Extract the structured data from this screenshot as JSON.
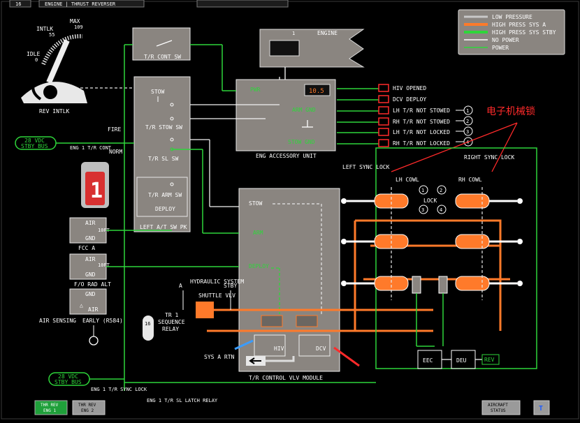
{
  "top_bar": {
    "tab1": "16",
    "tab2": "ENGINE | THRUST REVERSER"
  },
  "legend": {
    "low_pressure": "LOW PRESSURE",
    "high_press_a": "HIGH PRESS SYS A",
    "high_press_stby": "HIGH PRESS SYS STBY",
    "no_power": "NO POWER",
    "power": "POWER",
    "colors": {
      "low": "#b8b8b8",
      "sys_a": "#ff7a2a",
      "stby": "#2ed63a",
      "no_power": "#ffffff",
      "power": "#2ed63a"
    }
  },
  "throttle": {
    "intlk": "INTLK",
    "max": "MAX",
    "v55": "55",
    "v109": "109",
    "idle": "IDLE",
    "zero": "0",
    "rev_intlk": "REV INTLK"
  },
  "switches": {
    "tr_cont_sw": "T/R CONT SW",
    "stow": "STOW",
    "tr_stow_sw": "T/R STOW SW",
    "tr_sl_sw": "T/R SL SW",
    "tr_arm_sw": "T/R ARM SW",
    "deploy": "DEPLOY",
    "left_at_sw_pk": "LEFT A/T SW PK"
  },
  "engine": {
    "label": "ENGINE",
    "number": "1"
  },
  "accessory": {
    "pwr": "PWR",
    "readout": "10.5",
    "arm_gnd": "ARM GND",
    "stow_gnd": "STOW GND",
    "title": "ENG ACCESSORY UNIT"
  },
  "signals": [
    "HIV OPENED",
    "DCV DEPLOY",
    "LH T/R NOT STOWED",
    "RH T/R NOT STOWED",
    "LH T/R NOT LOCKED",
    "RH T/R NOT LOCKED"
  ],
  "signal_nums": [
    "1",
    "2",
    "3",
    "4"
  ],
  "annotation": "电子机械锁",
  "bus": {
    "vdc": "28 VDC",
    "stby_bus": "STBY BUS",
    "fire": "FIRE",
    "norm": "NORM",
    "eng1_tr_cont": "ENG 1 T/R CONT"
  },
  "fire_handle": {
    "label": "1"
  },
  "sensing": {
    "air": "AIR",
    "gnd": "GND",
    "fcc_a": "FCC A",
    "fo_rad_alt": "F/O RAD ALT",
    "ten_ft": "10FT",
    "air_sensing": "AIR SENSING",
    "early": "EARLY (R584)",
    "delta": "△"
  },
  "module": {
    "stow": "STOW",
    "arm": "ARM",
    "deploy": "DEPLOY",
    "hyd": "HYDRAULIC SYSTEM",
    "shuttle": "SHUTTLE VLV",
    "a": "A",
    "stby": "STBY",
    "hiv": "HIV",
    "dcv": "DCV",
    "title": "T/R CONTROL VLV MODULE",
    "sys_a_rtn": "SYS A RTN"
  },
  "relay": {
    "tr1": "TR 1",
    "seq": "SEQUENCE",
    "relay": "RELAY",
    "r16": "16"
  },
  "locks": {
    "left_sync": "LEFT SYNC LOCK",
    "right_sync": "RIGHT SYNC LOCK",
    "lh_cowl": "LH COWL",
    "rh_cowl": "RH COWL",
    "lock": "LOCK"
  },
  "controllers": {
    "eec": "EEC",
    "deu": "DEU",
    "rev": "REV"
  },
  "bottom": {
    "vdc": "28 VDC",
    "stby_bus": "STBY BUS",
    "eng1_sync": "ENG 1 T/R SYNC LOCK",
    "latch_relay": "ENG 1 T/R SL LATCH RELAY"
  },
  "footer": {
    "btn1_line1": "THR REV",
    "btn1_line2": "ENG 1",
    "btn2_line1": "THR REV",
    "btn2_line2": "ENG 2",
    "aircraft_status_1": "AIRCRAFT",
    "aircraft_status_2": "STATUS",
    "t_btn": "T"
  }
}
